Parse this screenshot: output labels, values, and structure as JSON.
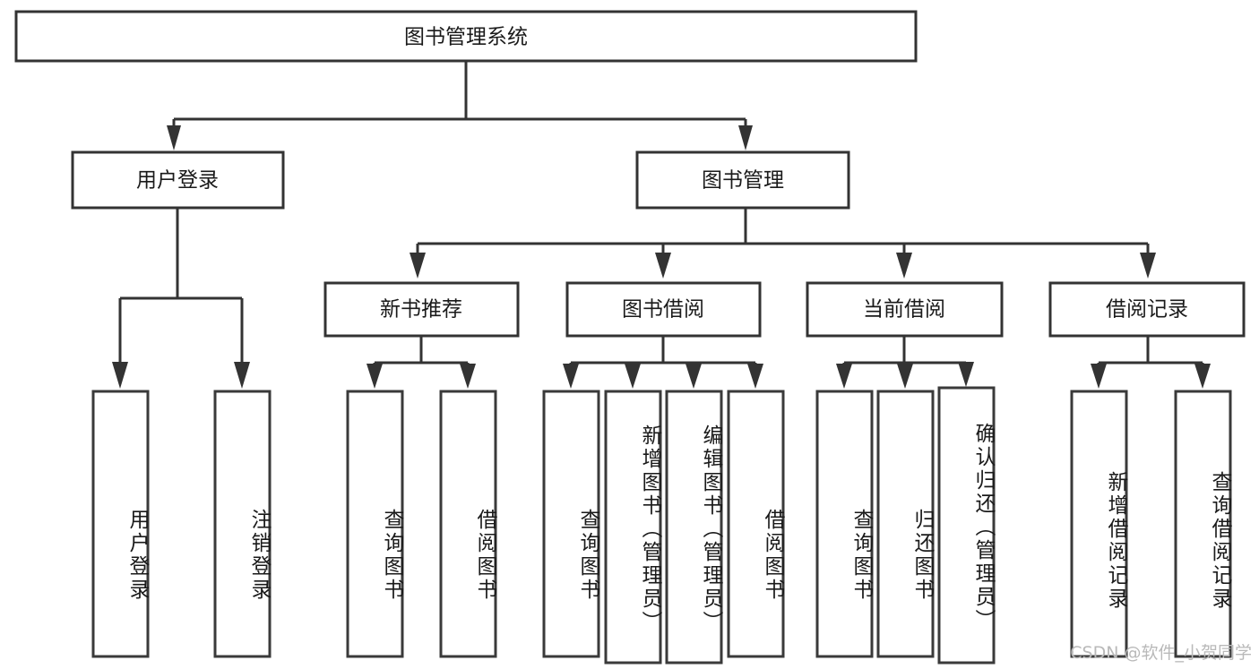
{
  "diagram": {
    "type": "tree",
    "title": "图书管理系统",
    "root": {
      "label": "图书管理系统"
    },
    "level1": [
      {
        "label": "用户登录"
      },
      {
        "label": "图书管理"
      }
    ],
    "level2": [
      {
        "label": "新书推荐"
      },
      {
        "label": "图书借阅"
      },
      {
        "label": "当前借阅"
      },
      {
        "label": "借阅记录"
      }
    ],
    "leaves": {
      "user_login": [
        {
          "label": "用户登录"
        },
        {
          "label": "注销登录"
        }
      ],
      "new_book_recommend": [
        {
          "label": "查询图书"
        },
        {
          "label": "借阅图书"
        }
      ],
      "book_borrow": [
        {
          "label": "查询图书"
        },
        {
          "label": "新增图书（管理员）"
        },
        {
          "label": "编辑图书（管理员）"
        },
        {
          "label": "借阅图书"
        }
      ],
      "current_borrow": [
        {
          "label": "查询图书"
        },
        {
          "label": "归还图书"
        },
        {
          "label": "确认归还（管理员）"
        }
      ],
      "borrow_record": [
        {
          "label": "新增借阅记录"
        },
        {
          "label": "查询借阅记录"
        }
      ]
    },
    "colors": {
      "box_stroke": "#333333",
      "box_fill": "#ffffff",
      "line": "#333333",
      "text": "#1a1a1a",
      "watermark": "#b9b9b9",
      "background": "#ffffff"
    }
  },
  "watermark": {
    "text": "CSDN @软件_小贺同学"
  }
}
